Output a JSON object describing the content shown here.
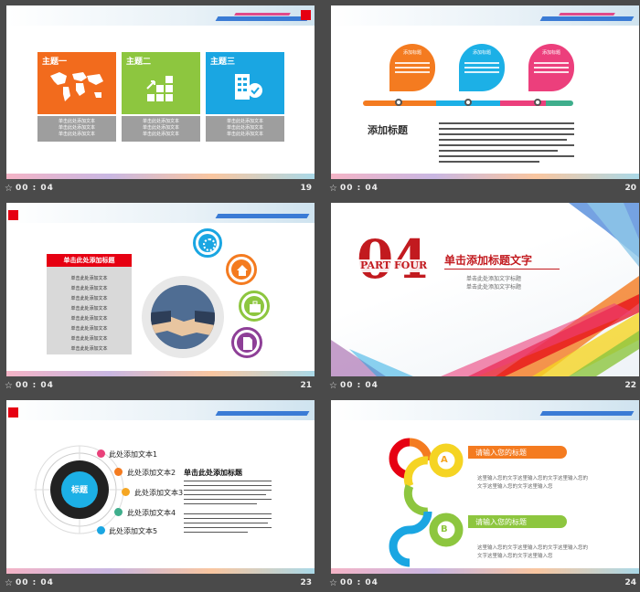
{
  "time_label": "00 : 04",
  "slides": [
    {
      "number": "19",
      "tiles": [
        {
          "title": "主题一",
          "color": "#f26b1d"
        },
        {
          "title": "主题二",
          "color": "#8dc63f"
        },
        {
          "title": "主题三",
          "color": "#1aa6e2"
        }
      ],
      "box_text": "单击此处添加文本"
    },
    {
      "number": "20",
      "bubbles": [
        {
          "title": "添加标题",
          "color": "#f47b20"
        },
        {
          "title": "添加标题",
          "color": "#1cb0e6"
        },
        {
          "title": "添加标题",
          "color": "#ec3f7c"
        }
      ],
      "heading": "添加标题"
    },
    {
      "number": "21",
      "title_bar": "单击此处添加标题",
      "list_item": "单击此处添加文本",
      "icon_colors": [
        "#1aa6e2",
        "#f47b20",
        "#8dc63f",
        "#8e3f97"
      ]
    },
    {
      "number": "22",
      "big_number": "04",
      "part_label": "PART FOUR",
      "title": "单击添加标题文字",
      "subtitle_1": "单击此处添加文字标题",
      "subtitle_2": "单击此处添加文字标题"
    },
    {
      "number": "23",
      "center_label": "标题",
      "items": [
        {
          "text": "此处添加文本1",
          "color": "#e9417a"
        },
        {
          "text": "此处添加文本2",
          "color": "#f47b20"
        },
        {
          "text": "此处添加文本3",
          "color": "#f5a623"
        },
        {
          "text": "此处添加文本4",
          "color": "#3fae8c"
        },
        {
          "text": "此处添加文本5",
          "color": "#1aa6e2"
        }
      ],
      "heading": "单击此处添加标题"
    },
    {
      "number": "24",
      "label_a": "A",
      "label_b": "B",
      "title_a": "请输入您的标题",
      "title_b": "请输入您的标题",
      "body_line_1": "这里输入您的文字这里输入您的文字这里输入您的",
      "body_line_2": "文字这里输入您的文字这里输入您"
    }
  ]
}
